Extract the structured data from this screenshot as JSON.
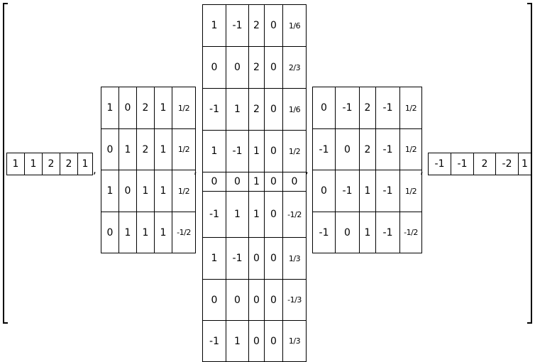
{
  "separator": ",",
  "matrices": [
    {
      "rows": [
        [
          "1",
          "1",
          "2",
          "2",
          "1"
        ]
      ]
    },
    {
      "rows": [
        [
          "1",
          "0",
          "2",
          "1",
          "1/2"
        ],
        [
          "0",
          "1",
          "2",
          "1",
          "1/2"
        ],
        [
          "1",
          "0",
          "1",
          "1",
          "1/2"
        ],
        [
          "0",
          "1",
          "1",
          "1",
          "-1/2"
        ]
      ]
    },
    {
      "rows": [
        [
          "1",
          "-1",
          "2",
          "0",
          "1/6"
        ],
        [
          "0",
          "0",
          "2",
          "0",
          "2/3"
        ],
        [
          "-1",
          "1",
          "2",
          "0",
          "1/6"
        ],
        [
          "1",
          "-1",
          "1",
          "0",
          "1/2"
        ],
        [
          "0",
          "0",
          "1",
          "0",
          "0"
        ],
        [
          "-1",
          "1",
          "1",
          "0",
          "-1/2"
        ],
        [
          "1",
          "-1",
          "0",
          "0",
          "1/3"
        ],
        [
          "0",
          "0",
          "0",
          "0",
          "-1/3"
        ],
        [
          "-1",
          "1",
          "0",
          "0",
          "1/3"
        ]
      ]
    },
    {
      "rows": [
        [
          "0",
          "-1",
          "2",
          "-1",
          "1/2"
        ],
        [
          "-1",
          "0",
          "2",
          "-1",
          "1/2"
        ],
        [
          "0",
          "-1",
          "1",
          "-1",
          "1/2"
        ],
        [
          "-1",
          "0",
          "1",
          "-1",
          "-1/2"
        ]
      ]
    },
    {
      "rows": [
        [
          "-1",
          "-1",
          "2",
          "-2",
          "1"
        ]
      ]
    }
  ]
}
